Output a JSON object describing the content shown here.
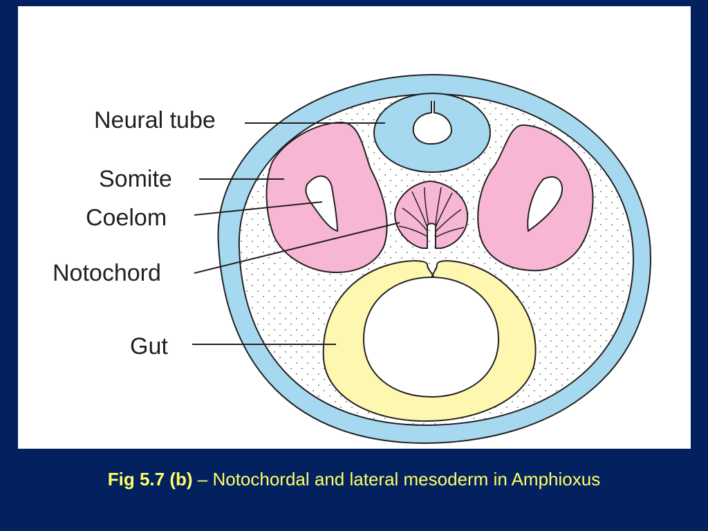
{
  "colors": {
    "background": "#03215f",
    "panel": "#ffffff",
    "ectoderm": "#a6d8f0",
    "neural_tube": "#a6d8f0",
    "somite": "#f6b6d4",
    "notochord": "#f6b6d4",
    "gut": "#fdf7b0",
    "outline": "#231f20",
    "caption_text": "#ffff66"
  },
  "diagram": {
    "labels": {
      "neural_tube": "Neural tube",
      "somite": "Somite",
      "coelom": "Coelom",
      "notochord": "Notochord",
      "gut": "Gut"
    }
  },
  "caption": {
    "figure": "Fig 5.7 (b)",
    "dash": " – ",
    "text": "Notochordal and lateral mesoderm in Amphioxus"
  }
}
